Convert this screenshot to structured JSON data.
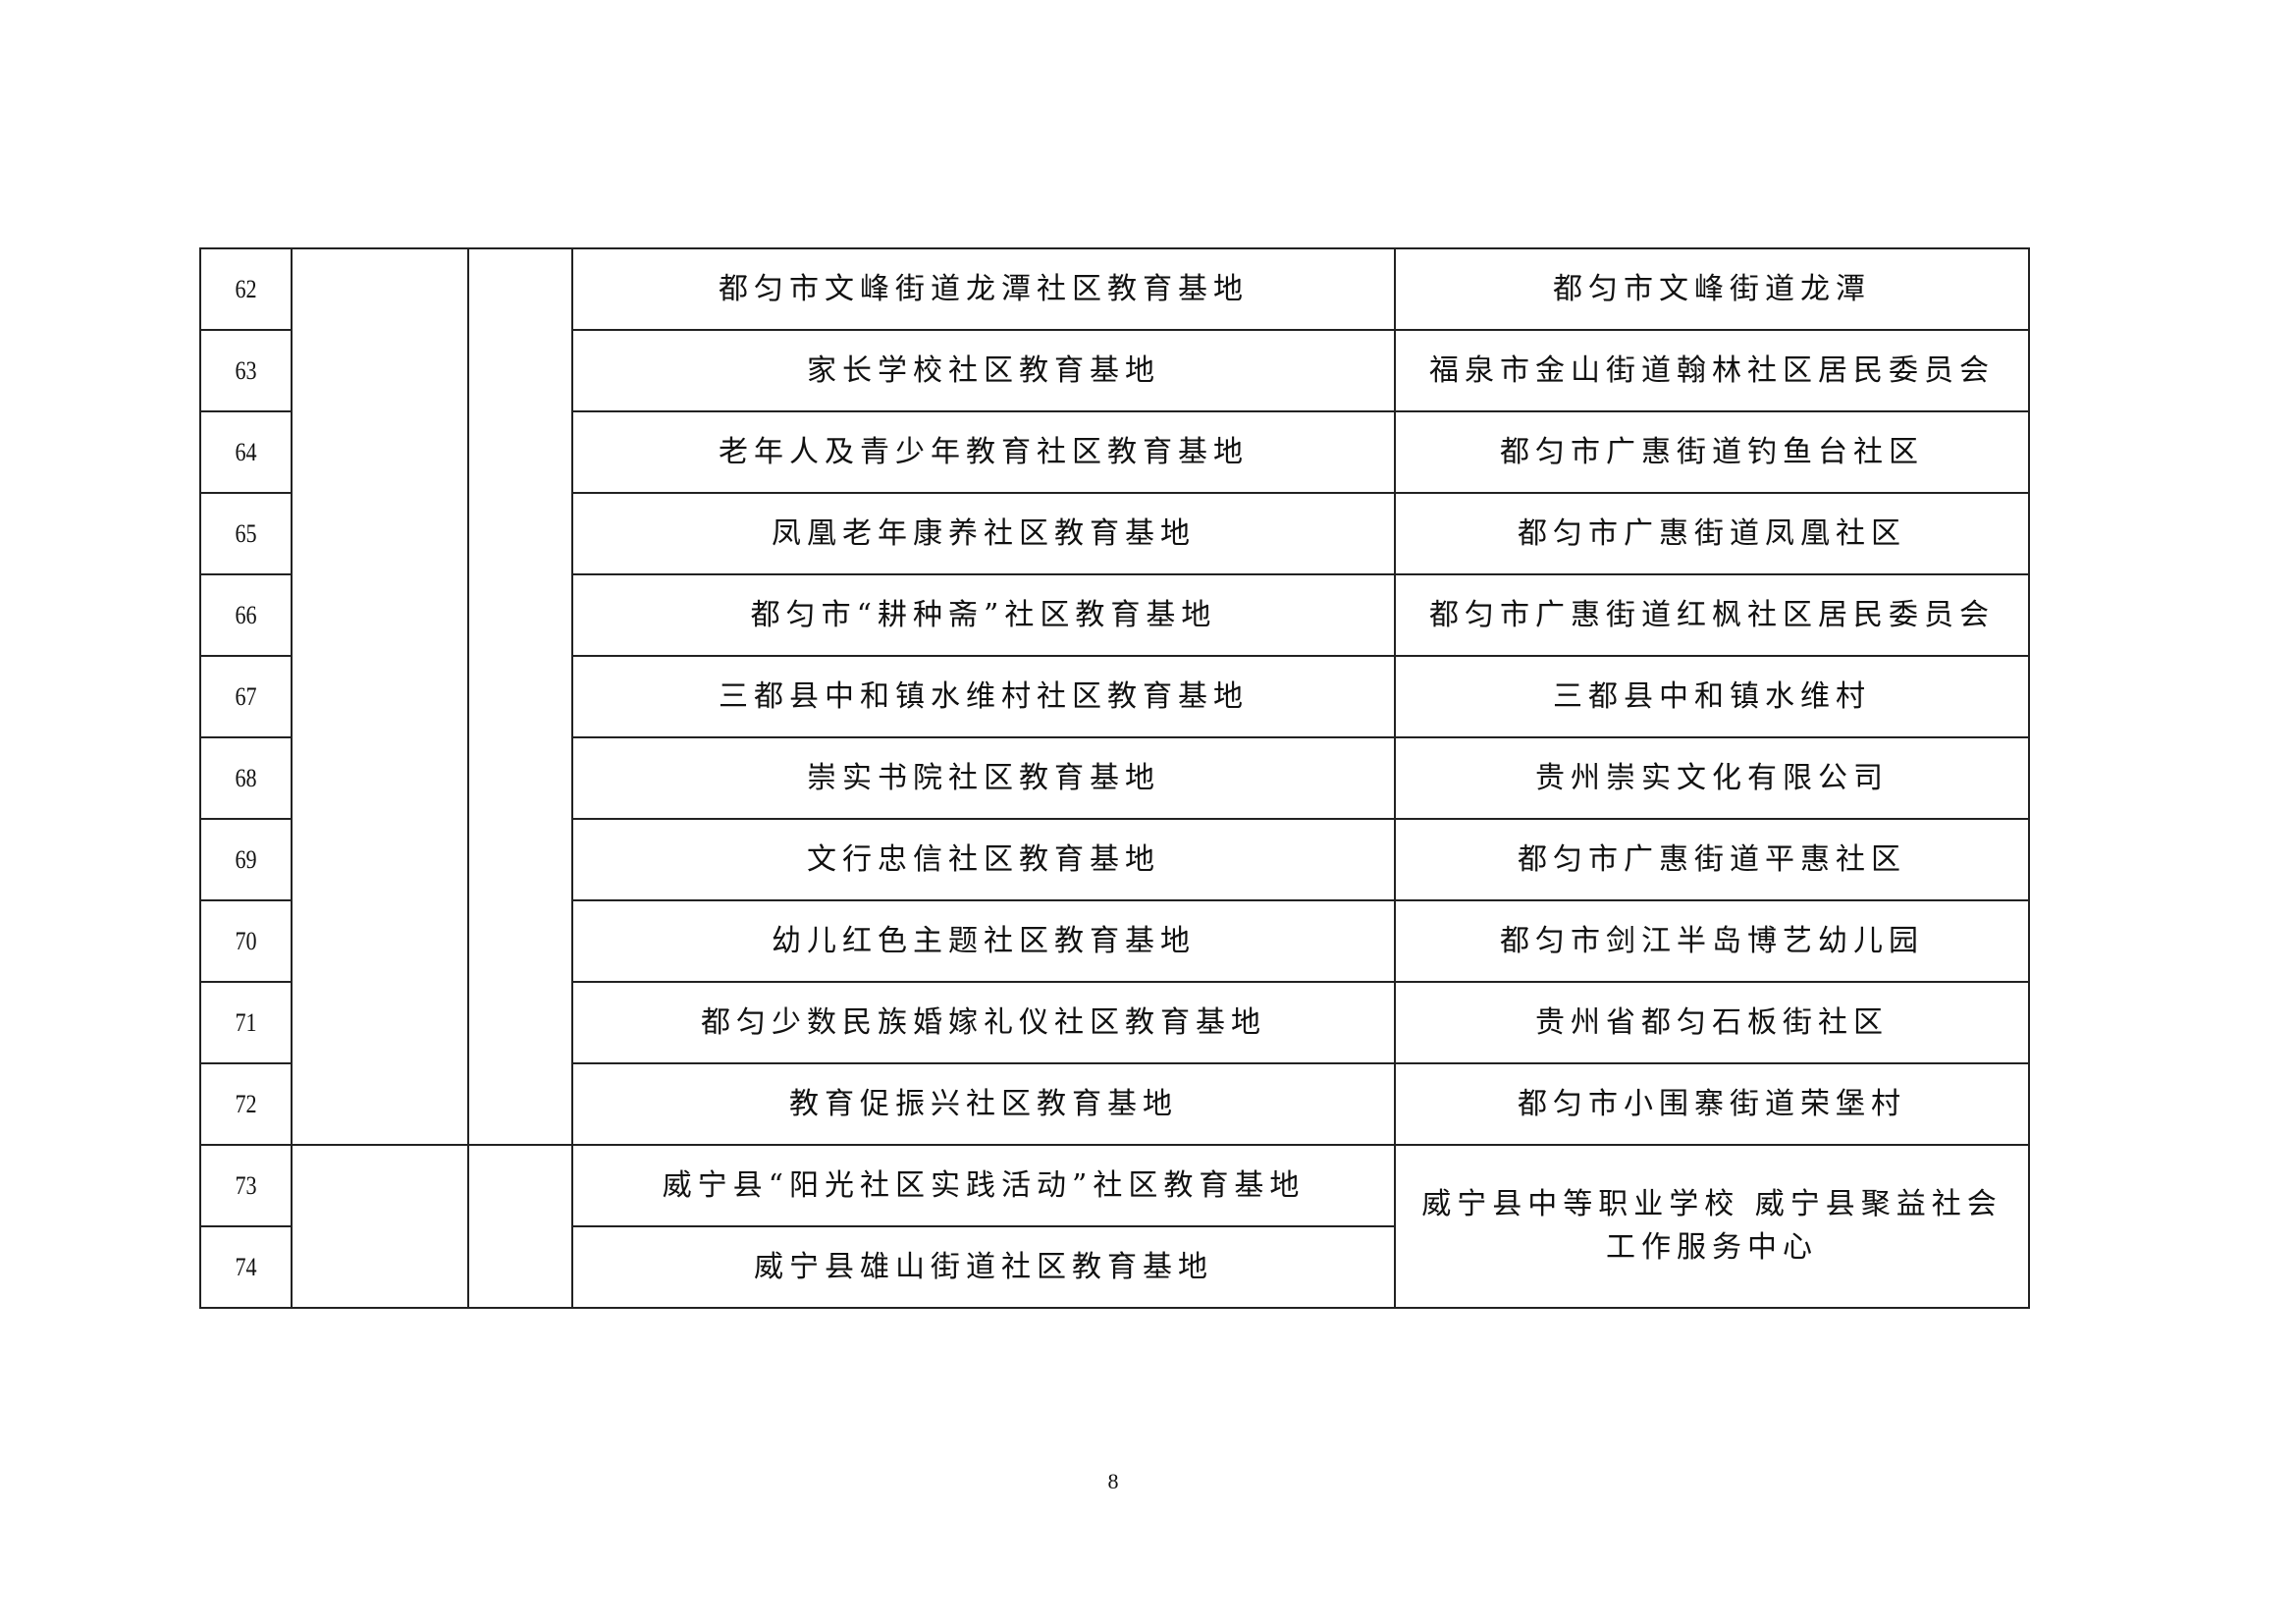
{
  "rows": [
    {
      "no": "62",
      "name": "都匀市文峰街道龙潭社区教育基地",
      "unit": "都匀市文峰街道龙潭"
    },
    {
      "no": "63",
      "name": "家长学校社区教育基地",
      "unit": "福泉市金山街道翰林社区居民委员会"
    },
    {
      "no": "64",
      "name": "老年人及青少年教育社区教育基地",
      "unit": "都匀市广惠街道钓鱼台社区"
    },
    {
      "no": "65",
      "name": "凤凰老年康养社区教育基地",
      "unit": "都匀市广惠街道凤凰社区"
    },
    {
      "no": "66",
      "name": "都匀市“耕种斋”社区教育基地",
      "unit": "都匀市广惠街道红枫社区居民委员会"
    },
    {
      "no": "67",
      "name": "三都县中和镇水维村社区教育基地",
      "unit": "三都县中和镇水维村"
    },
    {
      "no": "68",
      "name": "崇实书院社区教育基地",
      "unit": "贵州崇实文化有限公司"
    },
    {
      "no": "69",
      "name": "文行忠信社区教育基地",
      "unit": "都匀市广惠街道平惠社区"
    },
    {
      "no": "70",
      "name": "幼儿红色主题社区教育基地",
      "unit": "都匀市剑江半岛博艺幼儿园"
    },
    {
      "no": "71",
      "name": "都匀少数民族婚嫁礼仪社区教育基地",
      "unit": "贵州省都匀石板街社区"
    },
    {
      "no": "72",
      "name": "教育促振兴社区教育基地",
      "unit": "都匀市小围寨街道荣堡村"
    },
    {
      "no": "73",
      "name": "威宁县“阳光社区实践活动”社区教育基地",
      "unit": "威宁县中等职业学校 威宁县聚益社会工作服务中心"
    },
    {
      "no": "74",
      "name": "威宁县雄山街道社区教育基地",
      "unit": ""
    }
  ],
  "page_number": "8"
}
